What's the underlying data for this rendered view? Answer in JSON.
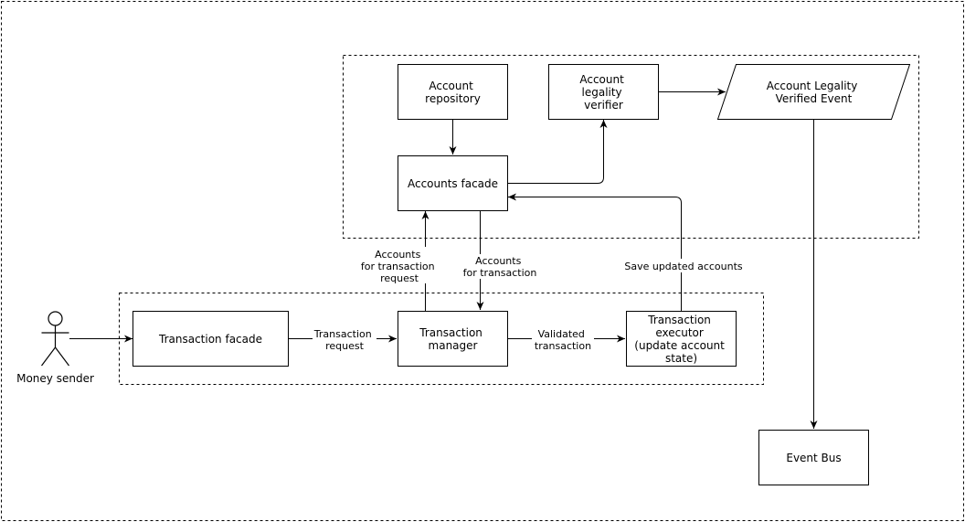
{
  "actor": {
    "label": "Money sender"
  },
  "nodes": {
    "account_repository": [
      "Account",
      "repository"
    ],
    "account_legality_verifier": [
      "Account",
      "legality",
      "verifier"
    ],
    "account_legality_verified_event": [
      "Account Legality",
      "Verified Event"
    ],
    "accounts_facade": [
      "Accounts facade"
    ],
    "transaction_facade": [
      "Transaction facade"
    ],
    "transaction_manager": [
      "Transaction",
      "manager"
    ],
    "transaction_executor": [
      "Transaction",
      "executor",
      "(update account",
      "state)"
    ],
    "event_bus": [
      "Event Bus"
    ]
  },
  "edge_labels": {
    "accounts_for_transaction_request": [
      "Accounts",
      "for transaction",
      "request"
    ],
    "accounts_for_transaction": [
      "Accounts",
      "for transaction"
    ],
    "save_updated_accounts": [
      "Save updated accounts"
    ],
    "transaction_request": [
      "Transaction",
      "request"
    ],
    "validated_transaction": [
      "Validated",
      "transaction"
    ]
  }
}
